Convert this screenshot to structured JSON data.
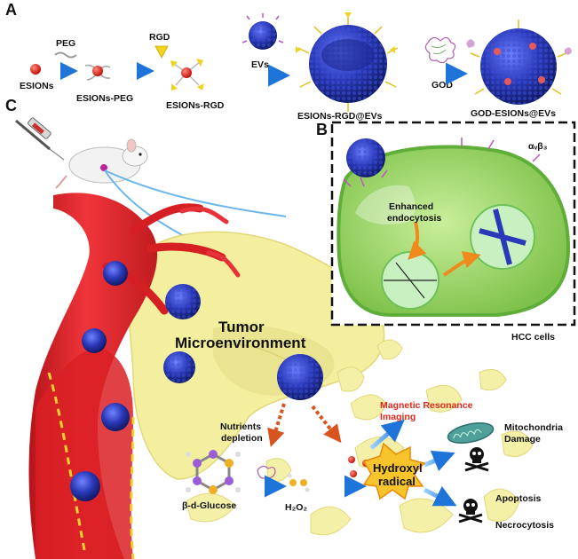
{
  "panels": {
    "a": "A",
    "b": "B",
    "c": "C"
  },
  "scheme_a": {
    "esions": "ESIONs",
    "peg": "PEG",
    "esions_peg": "ESIONs-PEG",
    "rgd": "RGD",
    "esions_rgd": "ESIONs-RGD",
    "evs": "EVs",
    "esions_rgd_evs": "ESIONs-RGD@EVs",
    "god": "GOD",
    "god_esions_evs": "GOD-ESIONs@EVs"
  },
  "panel_b": {
    "integrin": "αᵥβ₃",
    "enhanced_1": "Enhanced",
    "enhanced_2": "endocytosis",
    "hcc": "HCC cells"
  },
  "panel_c": {
    "tumor_1": "Tumor",
    "tumor_2": "Microenvironment",
    "nutrients_1": "Nutrients",
    "nutrients_2": "depletion",
    "glucose": "β-d-Glucose",
    "h2o2": "H₂O₂",
    "mri_1": "Magnetic Resonance",
    "mri_2": "Imaging",
    "hydroxyl_1": "Hydroxyl",
    "hydroxyl_2": "radical",
    "mito_1": "Mitochondria",
    "mito_2": "Damage",
    "apoptosis": "Apoptosis",
    "necrocytosis": "Necrocytosis"
  },
  "colors": {
    "nanoparticle": "#2a39b8",
    "vessel": "#e4262a",
    "tumor": "#f3ef9e",
    "cell": "#9ed96a",
    "arrow": "#2e8fe0",
    "accent_red": "#e0261b"
  }
}
